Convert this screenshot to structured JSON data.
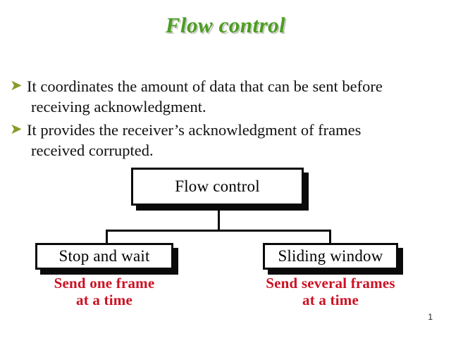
{
  "slide": {
    "title": "Flow control",
    "title_color": "#4b9e21",
    "page_number": "1",
    "background_color": "#ffffff"
  },
  "bullets": {
    "marker_glyph": "➤",
    "marker_color": "#8a9a28",
    "items": [
      {
        "line1": "It coordinates the amount of data that can be sent before",
        "line2": "receiving acknowledgment."
      },
      {
        "line1": "It provides the receiver’s acknowledgment of frames",
        "line2": "received corrupted."
      }
    ]
  },
  "diagram": {
    "root": {
      "label": "Flow control"
    },
    "children": [
      {
        "label": "Stop and wait",
        "caption_line1": "Send one frame",
        "caption_line2": "at a time"
      },
      {
        "label": "Sliding window",
        "caption_line1": "Send several frames",
        "caption_line2": "at a time"
      }
    ],
    "box_border_color": "#0a0a0a",
    "box_shadow_color": "#0a0a0a",
    "caption_color": "#cc1122"
  }
}
